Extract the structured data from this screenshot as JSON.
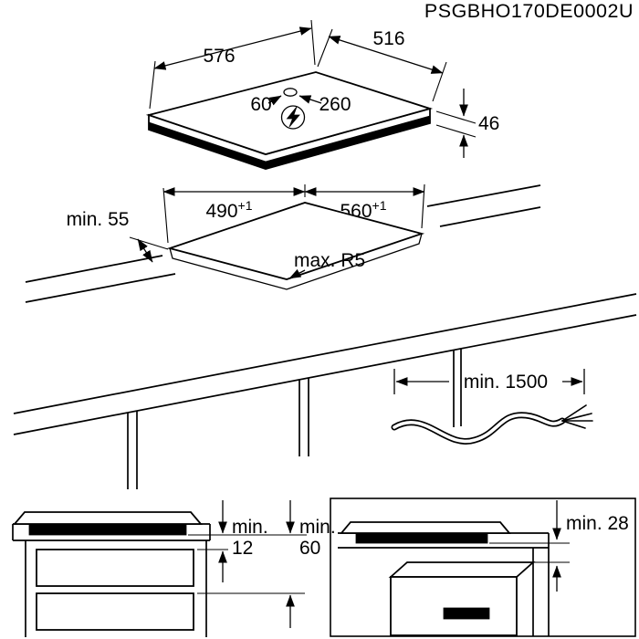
{
  "product_code": "PSGBHO170DE0002U",
  "hob_top_view": {
    "width_mm": "576",
    "depth_mm": "516",
    "height_mm": "46",
    "inlet_offset_left_mm": "60",
    "inlet_offset_right_mm": "260",
    "power_icon": "lightning-bolt"
  },
  "cutout_view": {
    "width_mm": "490",
    "width_tolerance": "+1",
    "depth_mm": "560",
    "depth_tolerance": "+1",
    "edge_clearance": "min. 55",
    "corner_radius": "max. R5"
  },
  "cable": {
    "min_length": "min. 1500"
  },
  "clearances": {
    "drawer": {
      "label": "min.",
      "value": "12"
    },
    "ventilation": {
      "label": "min.",
      "value": "60"
    },
    "oven": {
      "label": "min. 28"
    }
  },
  "colors": {
    "line": "#000000",
    "background": "#ffffff"
  }
}
